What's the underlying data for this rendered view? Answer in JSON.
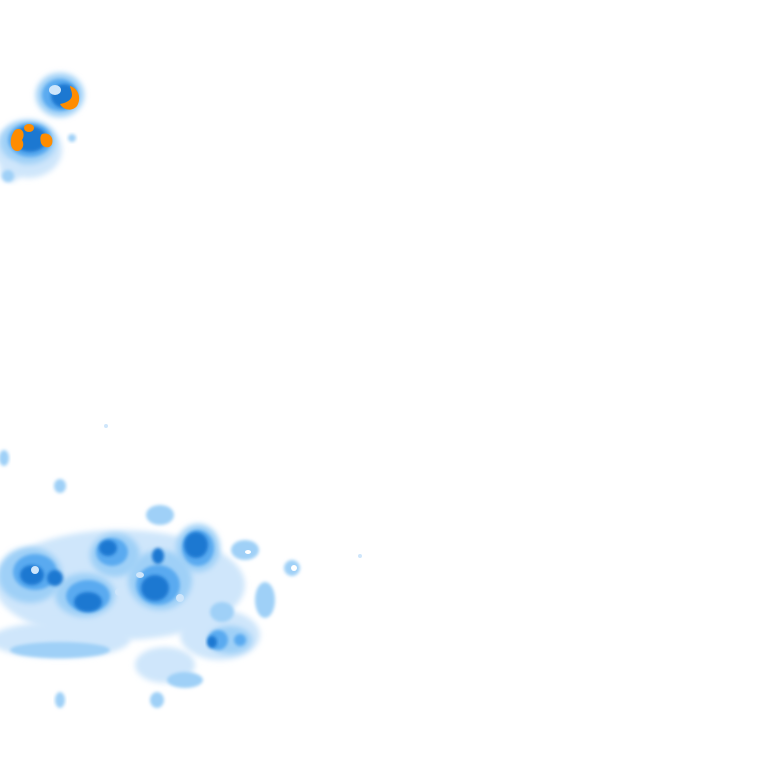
{
  "map": {
    "type": "precipitation-radar-tile",
    "background_color": "#ffffff",
    "legend_shown": false,
    "intensity_palette": {
      "very_light": "#cfe6fb",
      "light": "#9fd0f7",
      "moderate": "#5aaaf0",
      "heavy": "#1f78d1",
      "very_heavy": "#ff8c00"
    },
    "cells": [
      {
        "name": "north-storm-cell",
        "intensity": "very_heavy"
      },
      {
        "name": "northwest-storm-cell",
        "intensity": "very_heavy"
      },
      {
        "name": "south-rain-band",
        "intensity": "heavy"
      }
    ]
  }
}
